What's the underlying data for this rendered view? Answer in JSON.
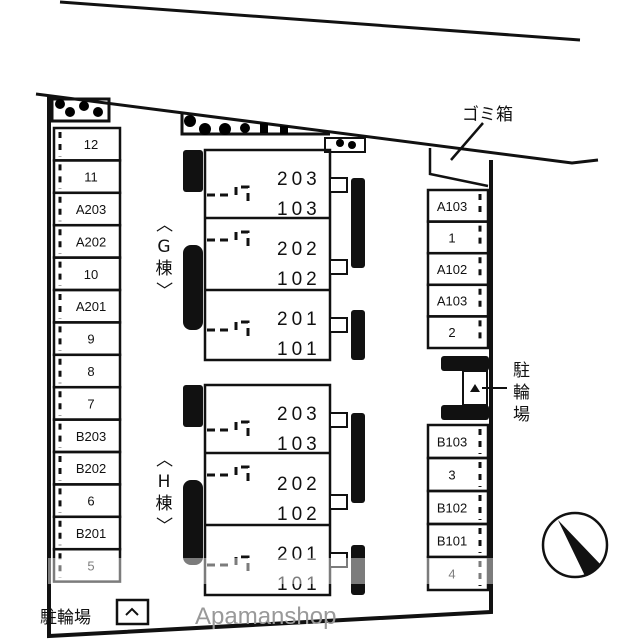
{
  "left_stalls": [
    "12",
    "11",
    "A203",
    "A202",
    "10",
    "A201",
    "9",
    "8",
    "7",
    "B203",
    "B202",
    "6",
    "B201",
    "5"
  ],
  "right_upper_stalls": [
    "A103",
    "1",
    "A102",
    "A103",
    "2"
  ],
  "right_lower_stalls": [
    "B103",
    "3",
    "B102",
    "B101",
    "4"
  ],
  "buildings": {
    "G": {
      "label_open": "〈",
      "letter": "G",
      "kanji": "棟",
      "label_close": "〉",
      "rooms": [
        [
          "203",
          "103"
        ],
        [
          "202",
          "102"
        ],
        [
          "201",
          "101"
        ]
      ]
    },
    "H": {
      "label_open": "〈",
      "letter": "H",
      "kanji": "棟",
      "label_close": "〉",
      "rooms": [
        [
          "203",
          "103"
        ],
        [
          "202",
          "102"
        ],
        [
          "201",
          "101"
        ]
      ]
    }
  },
  "labels": {
    "garbage": "ゴミ箱",
    "bike_right": [
      "駐",
      "輪",
      "場"
    ],
    "bike_bottom": "駐輪場"
  },
  "watermark": "Apamanshop"
}
